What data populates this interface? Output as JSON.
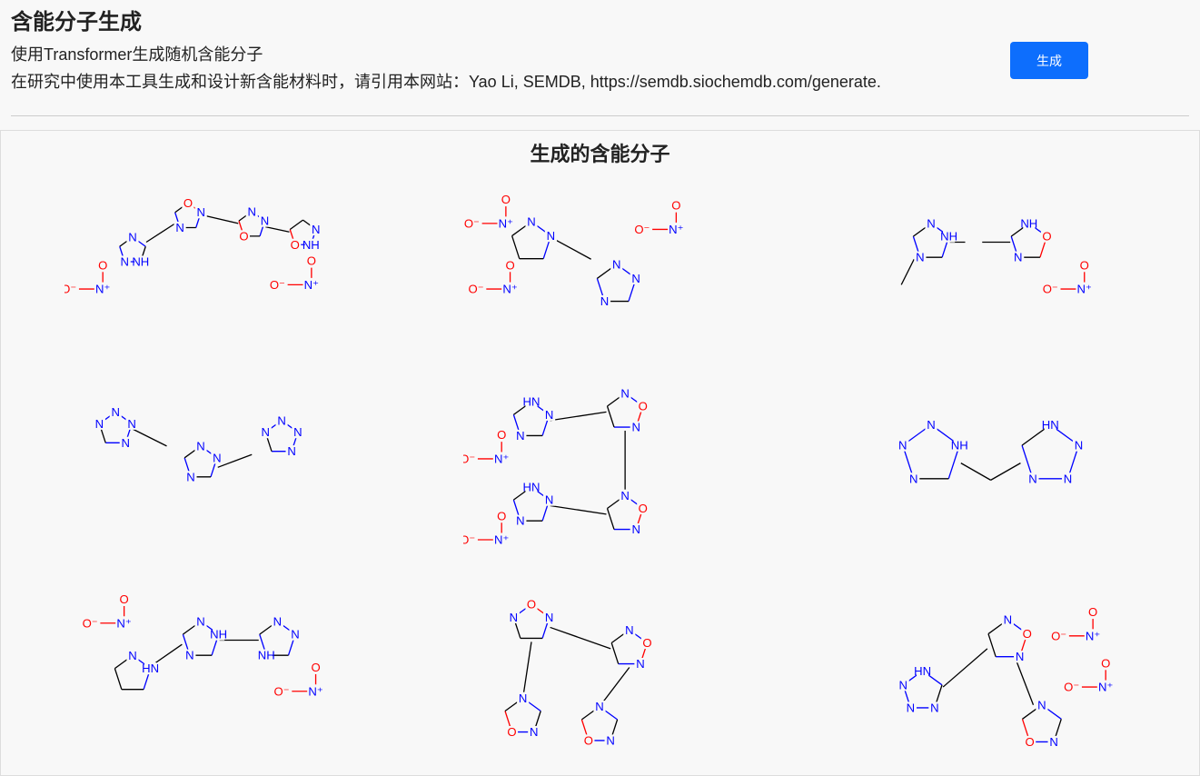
{
  "header": {
    "title": "含能分子生成",
    "subtitle": "使用Transformer生成随机含能分子",
    "citation": "在研究中使用本工具生成和设计新含能材料时，请引用本网站：Yao Li, SEMDB, https://semdb.siochemdb.com/generate.",
    "generate_button": "生成"
  },
  "results": {
    "title": "生成的含能分子",
    "molecule_count": 9
  },
  "colors": {
    "button": "#0d6efd",
    "nitrogen": "#0000ff",
    "oxygen": "#ff0000"
  }
}
